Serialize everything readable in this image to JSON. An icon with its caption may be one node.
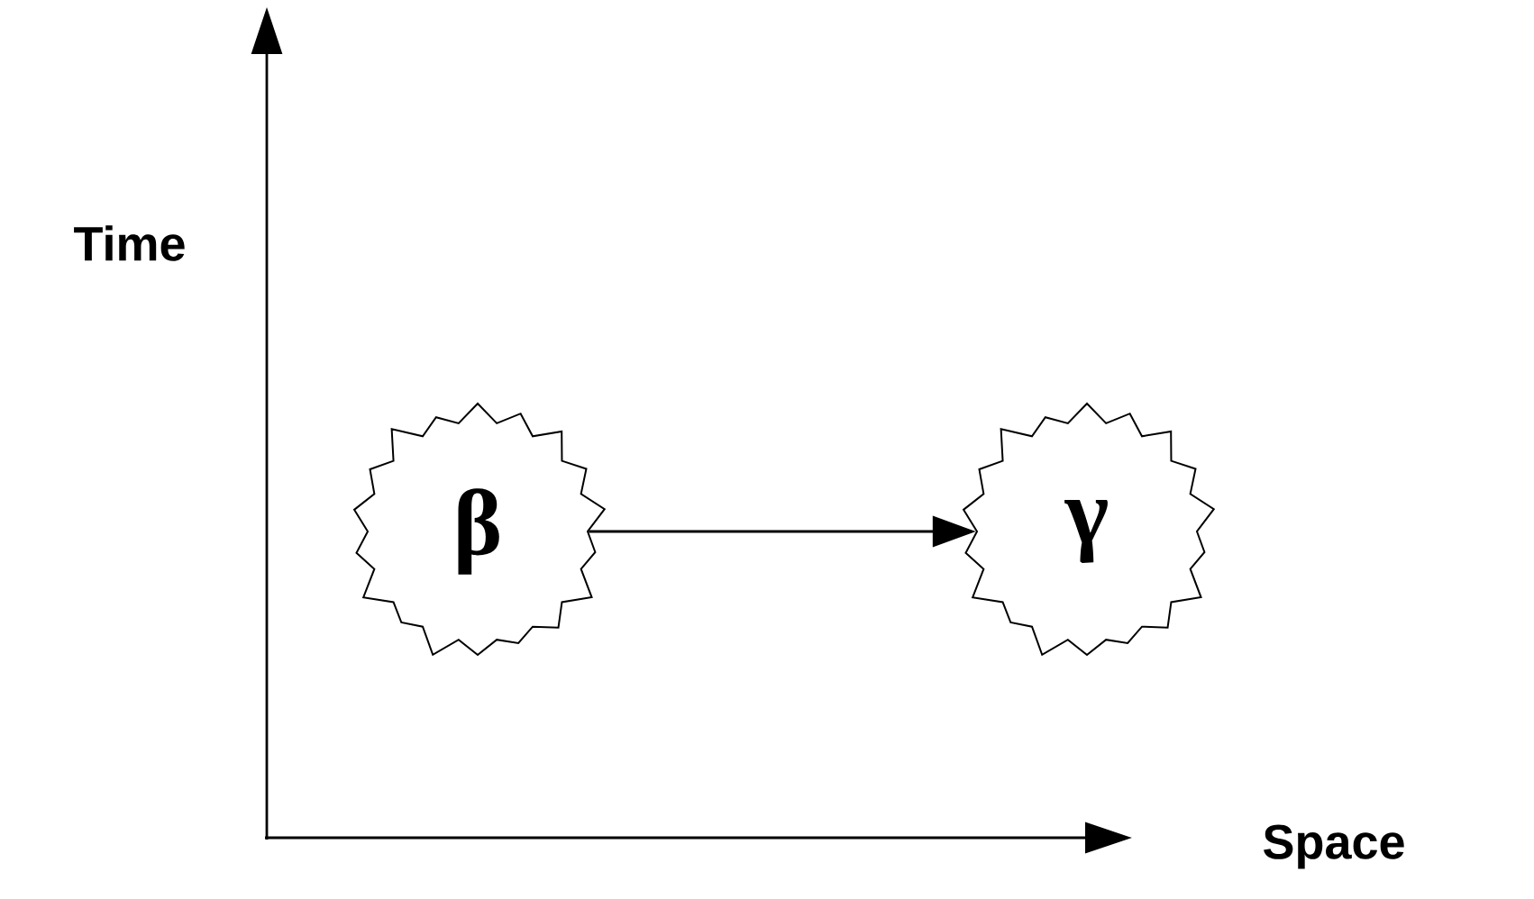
{
  "diagram": {
    "nodes": [
      {
        "text": [
          "β"
        ]
      },
      {
        "text": [
          "γ"
        ]
      }
    ],
    "edges": [
      {
        "from": 0,
        "to": 1,
        "arrow": "to"
      }
    ],
    "labels": [
      "Time",
      "Space"
    ]
  }
}
